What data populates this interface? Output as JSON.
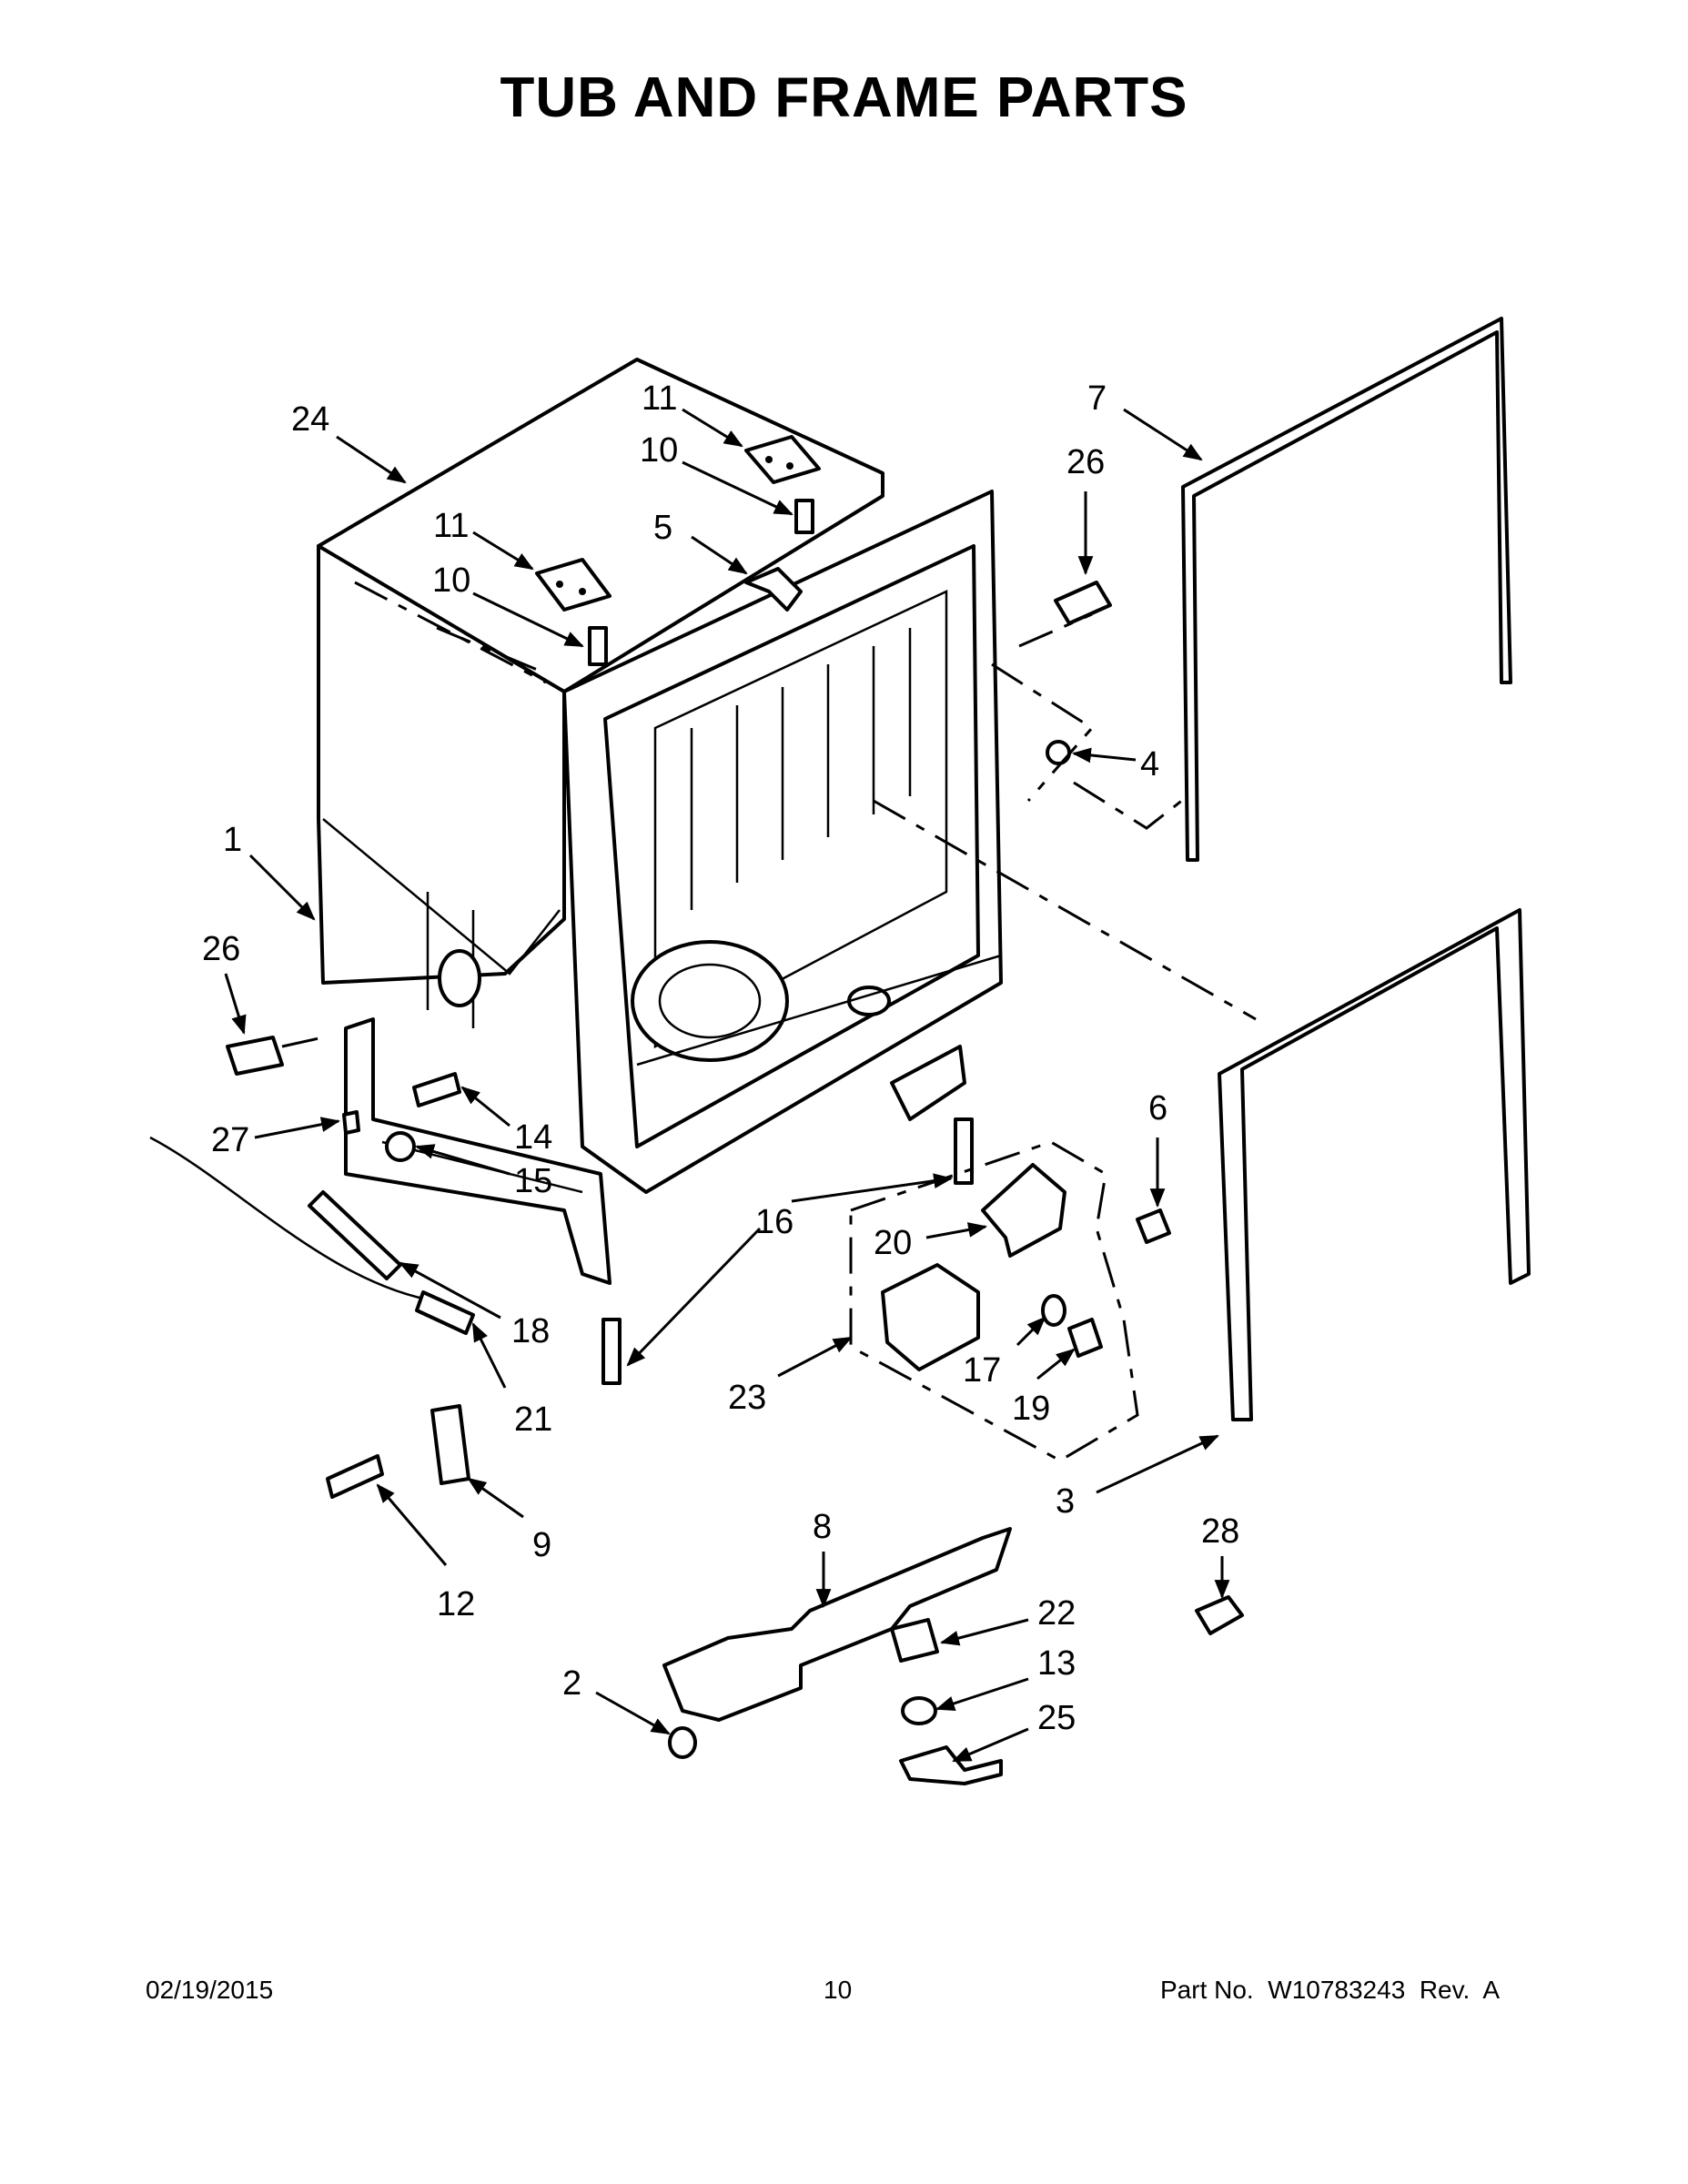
{
  "page": {
    "title": "TUB AND FRAME PARTS",
    "footer": {
      "date": "02/19/2015",
      "page_number": "10",
      "part_number": "Part No.  W10783243  Rev.  A"
    }
  },
  "callouts": [
    {
      "id": "c24",
      "label": "24"
    },
    {
      "id": "c11a",
      "label": "11"
    },
    {
      "id": "c10a",
      "label": "10"
    },
    {
      "id": "c11b",
      "label": "11"
    },
    {
      "id": "c10b",
      "label": "10"
    },
    {
      "id": "c5",
      "label": "5"
    },
    {
      "id": "c7",
      "label": "7"
    },
    {
      "id": "c26a",
      "label": "26"
    },
    {
      "id": "c4",
      "label": "4"
    },
    {
      "id": "c1",
      "label": "1"
    },
    {
      "id": "c26b",
      "label": "26"
    },
    {
      "id": "c6",
      "label": "6"
    },
    {
      "id": "c14",
      "label": "14"
    },
    {
      "id": "c27",
      "label": "27"
    },
    {
      "id": "c15",
      "label": "15"
    },
    {
      "id": "c16",
      "label": "16"
    },
    {
      "id": "c20",
      "label": "20"
    },
    {
      "id": "c18",
      "label": "18"
    },
    {
      "id": "c17",
      "label": "17"
    },
    {
      "id": "c23",
      "label": "23"
    },
    {
      "id": "c19",
      "label": "19"
    },
    {
      "id": "c21",
      "label": "21"
    },
    {
      "id": "c3",
      "label": "3"
    },
    {
      "id": "c9",
      "label": "9"
    },
    {
      "id": "c8",
      "label": "8"
    },
    {
      "id": "c28",
      "label": "28"
    },
    {
      "id": "c12",
      "label": "12"
    },
    {
      "id": "c22",
      "label": "22"
    },
    {
      "id": "c13",
      "label": "13"
    },
    {
      "id": "c2",
      "label": "2"
    },
    {
      "id": "c25",
      "label": "25"
    }
  ]
}
